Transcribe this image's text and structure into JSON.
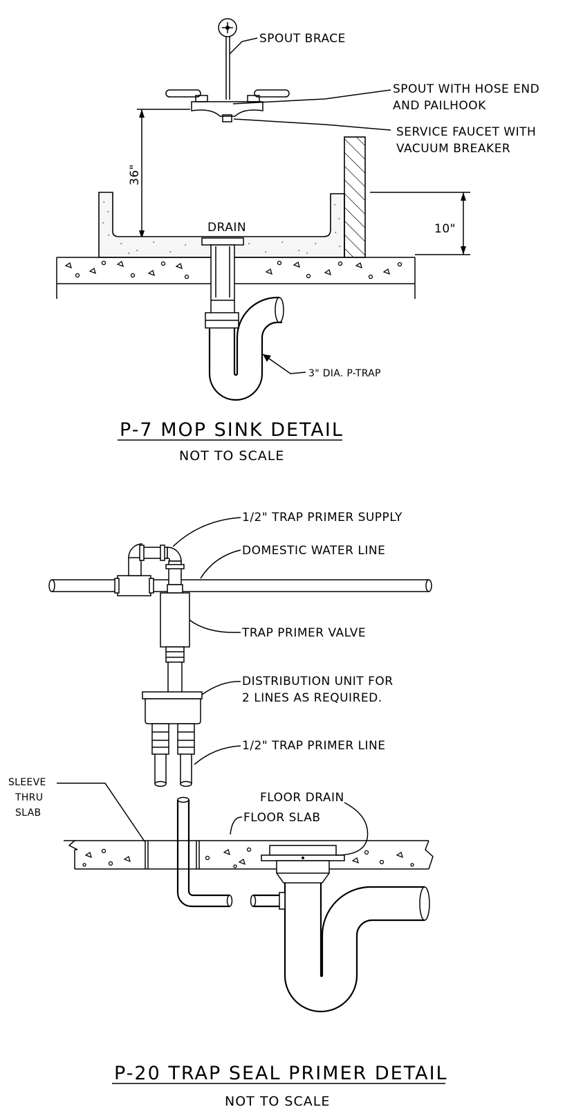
{
  "mop_sink": {
    "labels": {
      "spout_brace": "SPOUT BRACE",
      "spout_hose_1": "SPOUT WITH HOSE END",
      "spout_hose_2": "AND PAILHOOK",
      "faucet_1": "SERVICE FAUCET WITH",
      "faucet_2": "VACUUM BREAKER",
      "dim_36": "36\"",
      "dim_10": "10\"",
      "drain": "DRAIN",
      "ptrap": "3\" DIA. P-TRAP"
    },
    "title": "P-7 MOP SINK DETAIL",
    "subtitle": "NOT TO SCALE"
  },
  "trap_primer": {
    "labels": {
      "supply": "1/2\" TRAP PRIMER SUPPLY",
      "domestic": "DOMESTIC WATER LINE",
      "valve": "TRAP PRIMER VALVE",
      "dist_1": "DISTRIBUTION UNIT FOR",
      "dist_2": "2 LINES AS REQUIRED.",
      "primer_line": "1/2\" TRAP PRIMER LINE",
      "sleeve_1": "SLEEVE",
      "sleeve_2": "THRU",
      "sleeve_3": "SLAB",
      "floor_drain": "FLOOR DRAIN",
      "floor_slab": "FLOOR SLAB"
    },
    "title": "P-20 TRAP SEAL PRIMER DETAIL",
    "subtitle": "NOT TO SCALE"
  }
}
